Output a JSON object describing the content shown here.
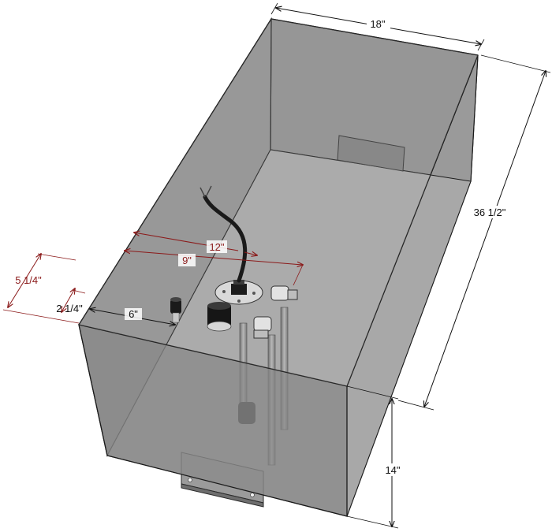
{
  "dimensions": {
    "width": "18\"",
    "length": "36 1/2\"",
    "height": "14\"",
    "fill_pos_12": "12\"",
    "fill_pos_9": "9\"",
    "vent_pos_6": "6\"",
    "offset_5_1_4": "5 1/4\"",
    "offset_2_1_4": "2 1/4\""
  },
  "colors": {
    "tank_body": "#8a8a8a",
    "tank_inner_floor": "#a9a9a9",
    "edge": "#1a1a1a",
    "dim_black": "#111111",
    "dim_red": "#8b1a1a"
  },
  "components": [
    "sender-flange",
    "wire-cable",
    "pickup-tube",
    "return-tube",
    "fill-cap",
    "vent-fitting",
    "mounting-bracket-front",
    "mounting-bracket-rear"
  ]
}
